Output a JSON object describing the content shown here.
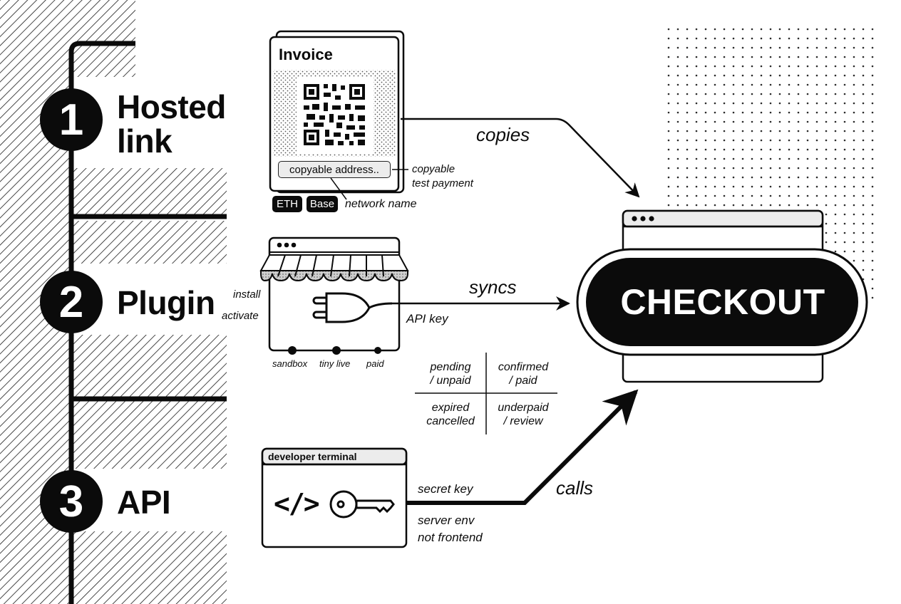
{
  "steps": [
    {
      "number": "1",
      "title_line1": "Hosted",
      "title_line2": "link"
    },
    {
      "number": "2",
      "title": "Plugin"
    },
    {
      "number": "3",
      "title": "API"
    }
  ],
  "hosted_link": {
    "card_title": "Invoice",
    "address_field": "copyable address..",
    "address_note_line1": "copyable",
    "address_note_line2": "test payment",
    "networks": [
      "ETH",
      "Base"
    ],
    "network_note": "network name",
    "arrow_label": "copies"
  },
  "plugin": {
    "left_notes": [
      "install",
      "activate"
    ],
    "arrow_label": "syncs",
    "key_note": "API key",
    "modes": [
      "sandbox",
      "tiny live",
      "paid"
    ]
  },
  "status_matrix": [
    [
      "pending\n/ unpaid",
      "confirmed\n/ paid"
    ],
    [
      "expired\ncancelled",
      "underpaid\n/ review"
    ]
  ],
  "api": {
    "terminal_title": "developer terminal",
    "code_glyph": "</>",
    "key_note": "secret key",
    "env_note_line1": "server env",
    "env_note_line2": "not frontend",
    "arrow_label": "calls"
  },
  "checkout": {
    "label": "CHECKOUT"
  },
  "icons": {
    "qr": "qr-code-icon",
    "store": "storefront-icon",
    "plug": "plug-icon",
    "key": "key-icon",
    "code": "code-icon",
    "browser": "browser-window-icon"
  }
}
